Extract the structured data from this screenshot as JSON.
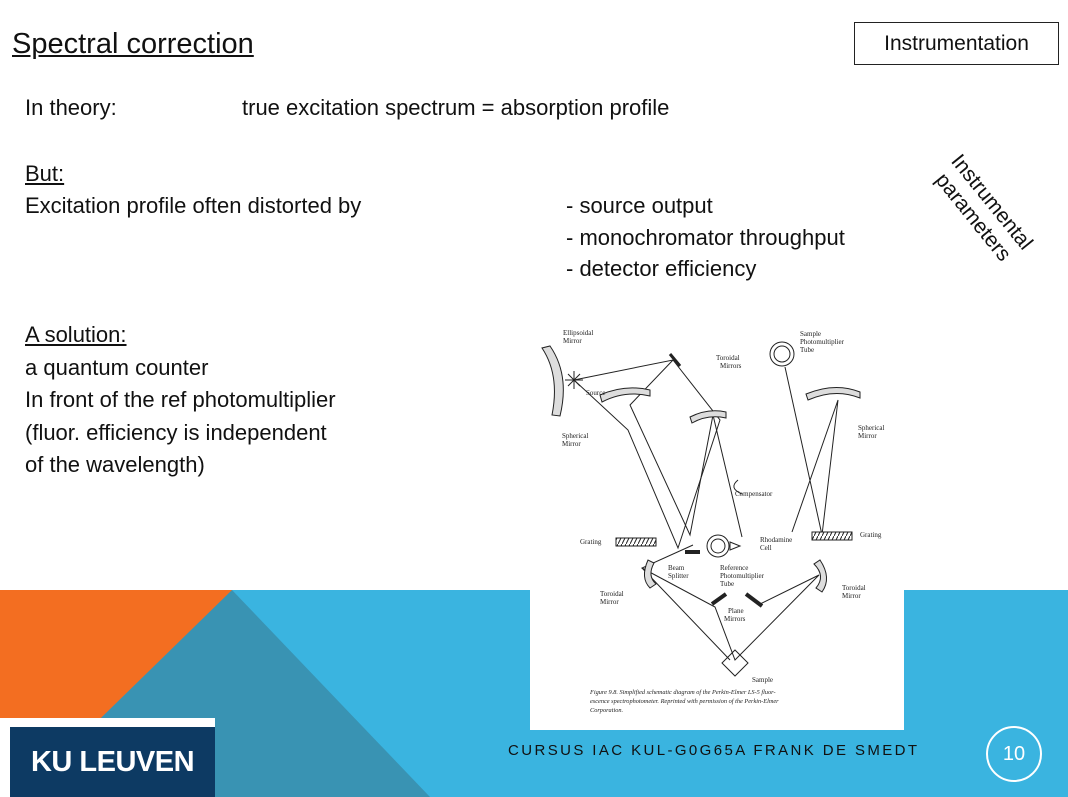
{
  "title": "Spectral correction",
  "badge": "Instrumentation",
  "theory": {
    "label": "In theory:",
    "equation": "true excitation spectrum = absorption profile"
  },
  "but": {
    "label": "But:",
    "text": "Excitation profile often distorted by",
    "items": [
      "- source output",
      "- monochromator throughput",
      "- detector efficiency"
    ]
  },
  "instrumental": [
    "Instrumental",
    "parameters"
  ],
  "solution": {
    "label": "A solution: ",
    "lines": [
      "a quantum counter",
      "In front of the ref photomultiplier",
      "(fluor. efficiency is independent",
      "of the wavelength)"
    ]
  },
  "schematic": {
    "labels": {
      "ellipsoidal": [
        "Ellipsoidal",
        "Mirror"
      ],
      "source": "Source",
      "toroidal_top": [
        "Toroidal",
        "Mirrors"
      ],
      "sample_pmt": [
        "Sample",
        "Photomultiplier",
        "Tube"
      ],
      "spherical_left": [
        "Spherical",
        "Mirror"
      ],
      "spherical_right": [
        "Spherical",
        "Mirror"
      ],
      "compensator": "Compensator",
      "grating_left": "Grating",
      "grating_right": "Grating",
      "rhodamine": [
        "Rhodamine",
        "Cell"
      ],
      "beam_splitter": [
        "Beam",
        "Splitter"
      ],
      "reference": [
        "Reference",
        "Photomultiplier",
        "Tube"
      ],
      "toroidal_left": [
        "Toroidal",
        "Mirror"
      ],
      "toroidal_right": [
        "Toroidal",
        "Mirror"
      ],
      "plane_mirrors": [
        "Plane",
        "Mirrors"
      ],
      "sample": "Sample"
    },
    "caption": [
      "Figure 9.8.  Simplified schematic diagram of the Perkin-Elmer LS-5 fluor-",
      "escence spectrophotometer. Reprinted with permission of the Perkin-Elmer",
      "Corporation."
    ]
  },
  "footer": {
    "logo": "KU LEUVEN",
    "course": "CURSUS IAC KUL-G0G65A FRANK DE SMEDT",
    "page": "10",
    "colors": {
      "orange": "#f36e21",
      "teal": "#3993b3",
      "sky": "#3ab4e0",
      "navy": "#0d3a63"
    }
  }
}
